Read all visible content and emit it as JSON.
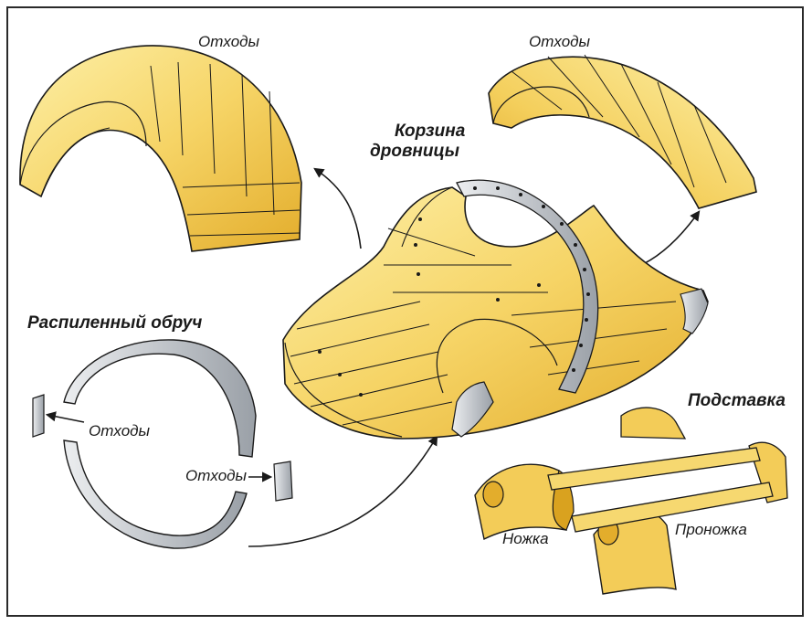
{
  "labels": {
    "waste_top_left": "Отходы",
    "waste_top_right": "Отходы",
    "basket": "Корзина дровницы",
    "basket_line1": "Корзина",
    "basket_line2": "дровницы",
    "sawn_hoop": "Распиленный обруч",
    "waste_hoop_left": "Отходы",
    "waste_hoop_right": "Отходы",
    "stand": "Подставка",
    "leg": "Ножка",
    "crossbar": "Проножка"
  },
  "colors": {
    "wood_light": "#fbe27a",
    "wood_mid": "#f2c94c",
    "wood_dark": "#d9a21f",
    "metal": "#c9ccd1",
    "metal_dark": "#8f949b",
    "outline": "#1a1a1a"
  }
}
